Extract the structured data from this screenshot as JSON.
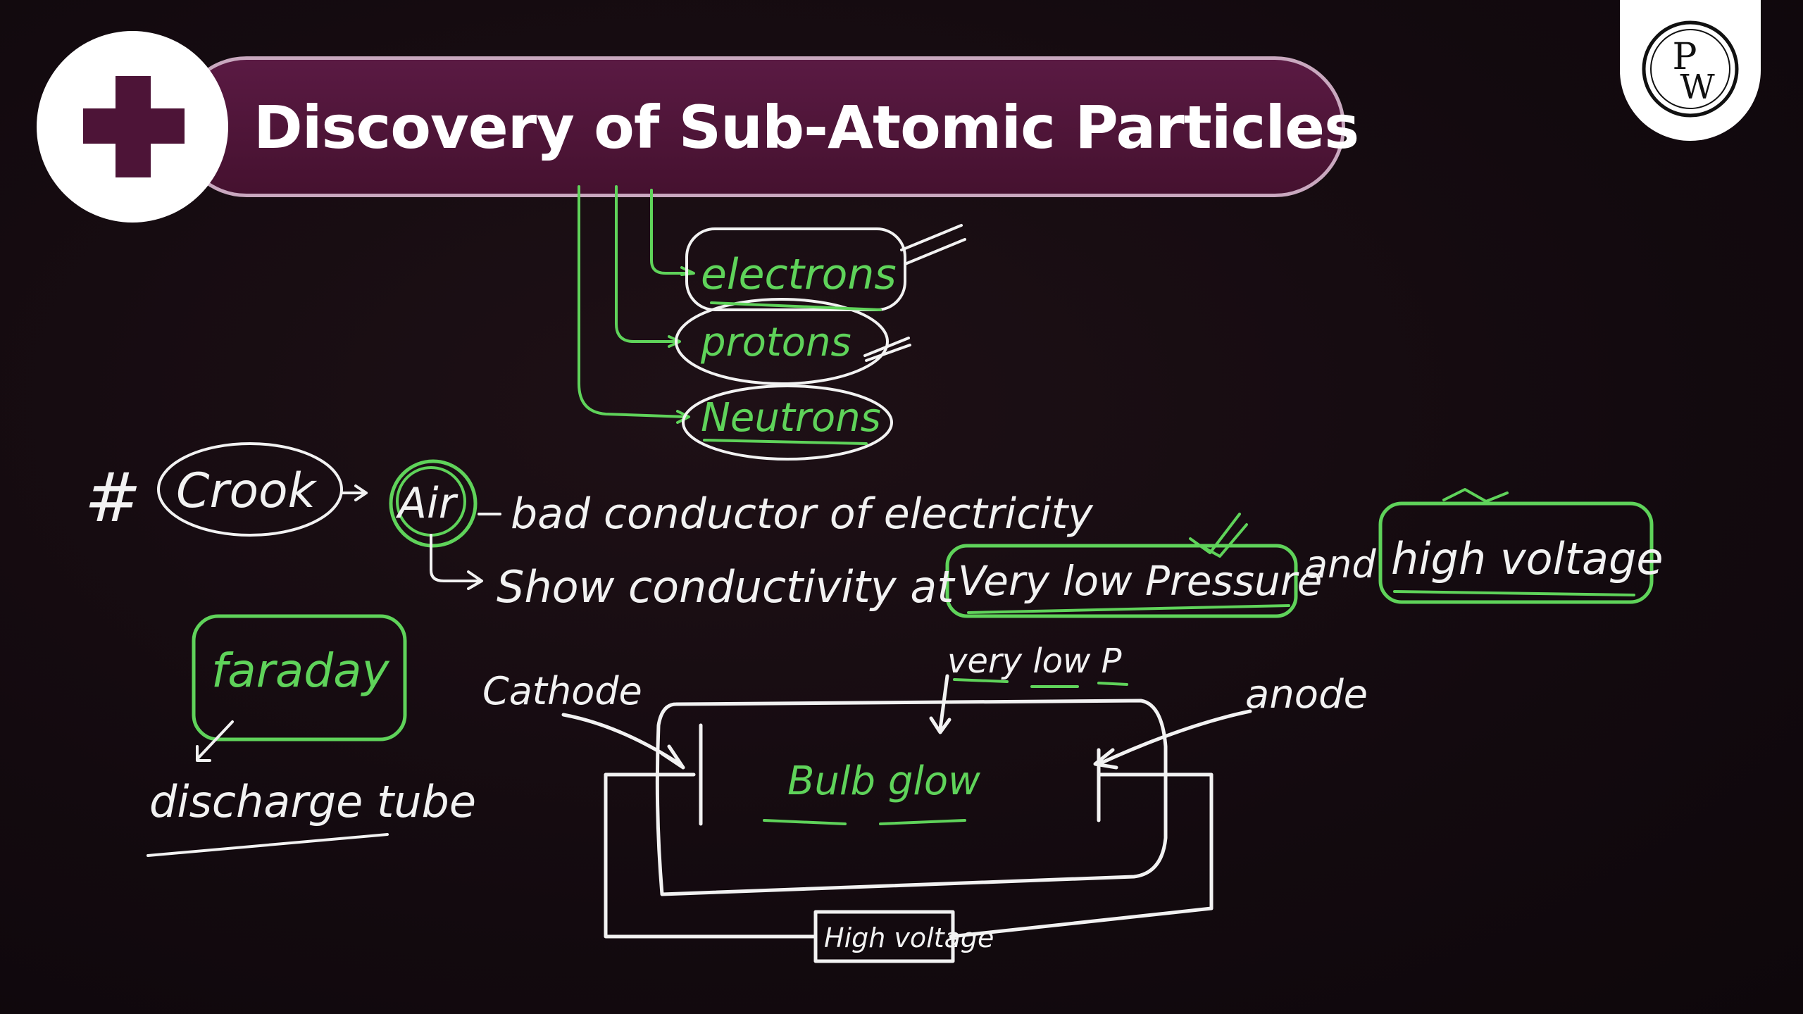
{
  "header": {
    "title": "Discovery of Sub-Atomic Particles",
    "logo_text": "PW",
    "logo_letters": [
      "P",
      "W"
    ],
    "badge_icon": "plus-icon",
    "banner_color": "#4d1437"
  },
  "board": {
    "particles": [
      "electrons",
      "protons",
      "Neutrons"
    ],
    "crook_line": {
      "hash": "#",
      "scientist": "Crook",
      "medium": "Air",
      "fact1": "bad conductor of electricity",
      "fact2_prefix": "Show conductivity at",
      "condition1": "Very low Pressure",
      "connector": "and",
      "condition2": "high voltage"
    },
    "faraday": {
      "name": "faraday",
      "apparatus": "discharge tube"
    },
    "tube_diagram": {
      "pressure_label": "very low P",
      "cathode_label": "Cathode",
      "anode_label": "anode",
      "centre_text": "Bulb glow",
      "source_label": "High voltage"
    },
    "colors": {
      "chalk_white": "#f2f2f2",
      "chalk_green": "#5fd35a"
    }
  }
}
